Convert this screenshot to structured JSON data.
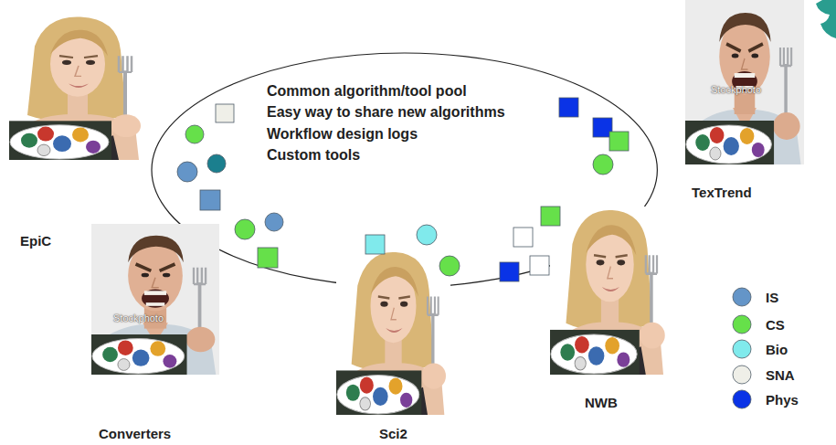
{
  "diagram": {
    "nodes": [
      {
        "text": [
          "Common algorithm/tool pool",
          "Easy way to share new algorithms",
          "Workflow design logs",
          "Custom tools"
        ]
      }
    ],
    "labels": [
      "EpiC",
      "TexTrend",
      "Converters",
      "Sci2",
      "NWB",
      "Stockphoto",
      "Stockphoto"
    ],
    "legend": [
      {
        "text": "IS",
        "color": "#6495c8"
      },
      {
        "text": "CS",
        "color": "#66e04a"
      },
      {
        "text": "Bio",
        "color": "#80eaec"
      },
      {
        "text": "SNA",
        "color": "#efefe8"
      },
      {
        "text": "Phys",
        "color": "#0a33e6"
      }
    ]
  }
}
